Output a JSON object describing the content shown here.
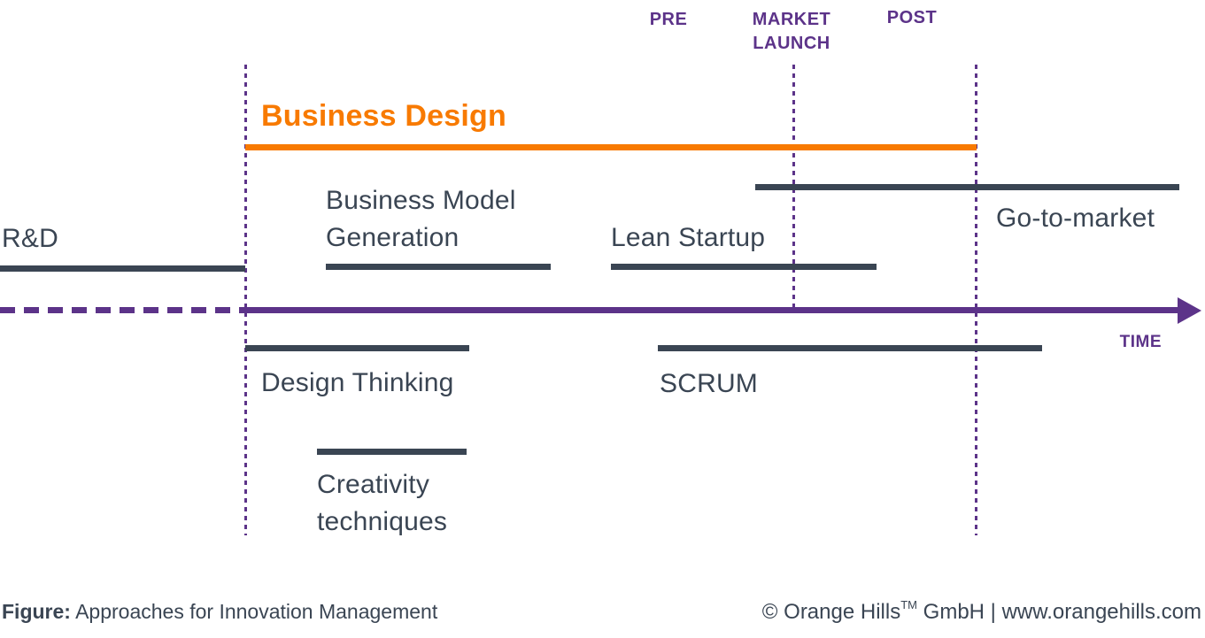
{
  "colors": {
    "accent_orange": "#f87a00",
    "brand_purple": "#5c3389",
    "dark_slate": "#3a4553"
  },
  "phases": {
    "pre": "PRE",
    "market_launch": "MARKET LAUNCH",
    "post": "POST"
  },
  "timeline": {
    "time_label": "TIME"
  },
  "approaches": {
    "business_design": "Business Design",
    "rnd": "R&D",
    "business_model_generation": "Business Model Generation",
    "lean_startup": "Lean Startup",
    "go_to_market": "Go-to-market",
    "design_thinking": "Design Thinking",
    "scrum": "SCRUM",
    "creativity_techniques": "Creativity techniques"
  },
  "footer": {
    "figure_label": "Figure:",
    "figure_caption": "Approaches for Innovation Management",
    "copyright_prefix": "© Orange Hills",
    "trademark": "TM",
    "copyright_suffix": "GmbH | www.orangehills.com"
  }
}
